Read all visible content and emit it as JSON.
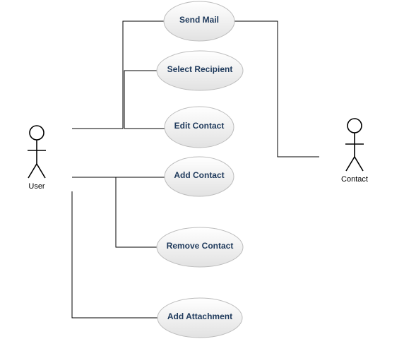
{
  "diagram": {
    "type": "use-case",
    "colors": {
      "line": "#000000",
      "usecase_fill_top": "#ffffff",
      "usecase_fill_bottom": "#e2e2e2",
      "usecase_border": "#bdbdbd",
      "usecase_text": "#1f3a5c",
      "actor_text": "#000000"
    },
    "actors": {
      "user": {
        "label": "User"
      },
      "contact": {
        "label": "Contact"
      }
    },
    "use_cases": {
      "send_mail": {
        "label": "Send Mail"
      },
      "select_recipient": {
        "label": "Select Recipient"
      },
      "edit_contact": {
        "label": "Edit Contact"
      },
      "add_contact": {
        "label": "Add Contact"
      },
      "remove_contact": {
        "label": "Remove Contact"
      },
      "add_attachment": {
        "label": "Add Attachment"
      }
    },
    "associations": [
      {
        "from": "User",
        "to": "Send Mail"
      },
      {
        "from": "User",
        "to": "Select Recipient"
      },
      {
        "from": "User",
        "to": "Edit Contact"
      },
      {
        "from": "User",
        "to": "Add Contact"
      },
      {
        "from": "User",
        "to": "Remove Contact"
      },
      {
        "from": "User",
        "to": "Add Attachment"
      },
      {
        "from": "Contact",
        "to": "Send Mail"
      }
    ]
  }
}
